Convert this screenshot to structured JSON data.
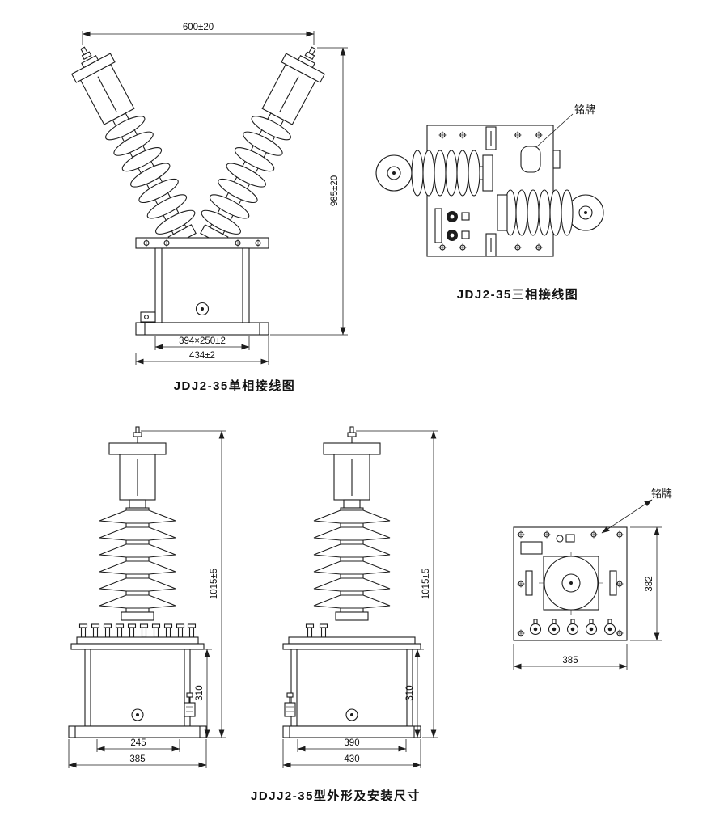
{
  "colors": {
    "background": "#ffffff",
    "line": "#1c1c1c"
  },
  "drawing1": {
    "caption": "JDJ2-35单相接线图",
    "dims": {
      "width": "600±20",
      "height": "985±20",
      "mount": "394×250±2",
      "base": "434±2"
    }
  },
  "drawing2": {
    "caption": "JDJ2-35三相接线图",
    "nameplate_label": "铭牌"
  },
  "drawing3": {
    "caption": "JDJJ2-35型外形及安装尺寸",
    "nameplate_label": "铭牌",
    "left_view": {
      "height": "1015±5",
      "tank_height": "310",
      "mount_width": "245",
      "base_width": "385"
    },
    "middle_view": {
      "height": "1015±5",
      "tank_height": "310",
      "mount_width": "390",
      "base_width": "430"
    },
    "top_view": {
      "height": "382",
      "width": "385"
    }
  }
}
